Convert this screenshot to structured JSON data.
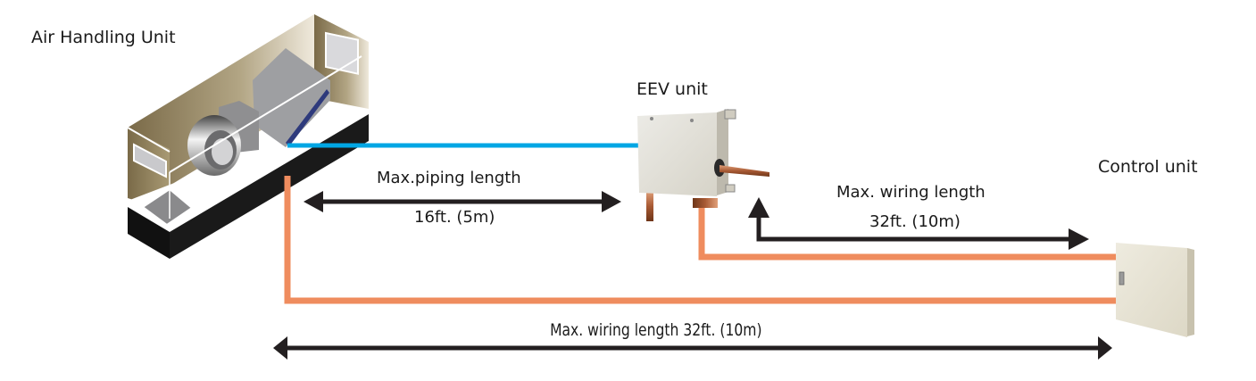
{
  "diagram": {
    "units": {
      "ahu": {
        "label": "Air Handling Unit"
      },
      "eev": {
        "label": "EEV unit"
      },
      "control": {
        "label": "Control unit"
      }
    },
    "dimensions": {
      "piping": {
        "title": "Max.piping length",
        "value": "16ft. (5m)"
      },
      "eev_wiring": {
        "title": "Max. wiring length",
        "value": "32ft. (10m)"
      },
      "ahu_wiring": {
        "text": "Max. wiring length 32ft. (10m)"
      }
    },
    "colors": {
      "refrigerant_pipe": "#00a6e4",
      "wiring": "#ef8c5e",
      "arrow": "#231f20",
      "ahu_wall": "#8a7a58",
      "ahu_base": "#111111",
      "box_beige": "#e6e2d6"
    }
  }
}
